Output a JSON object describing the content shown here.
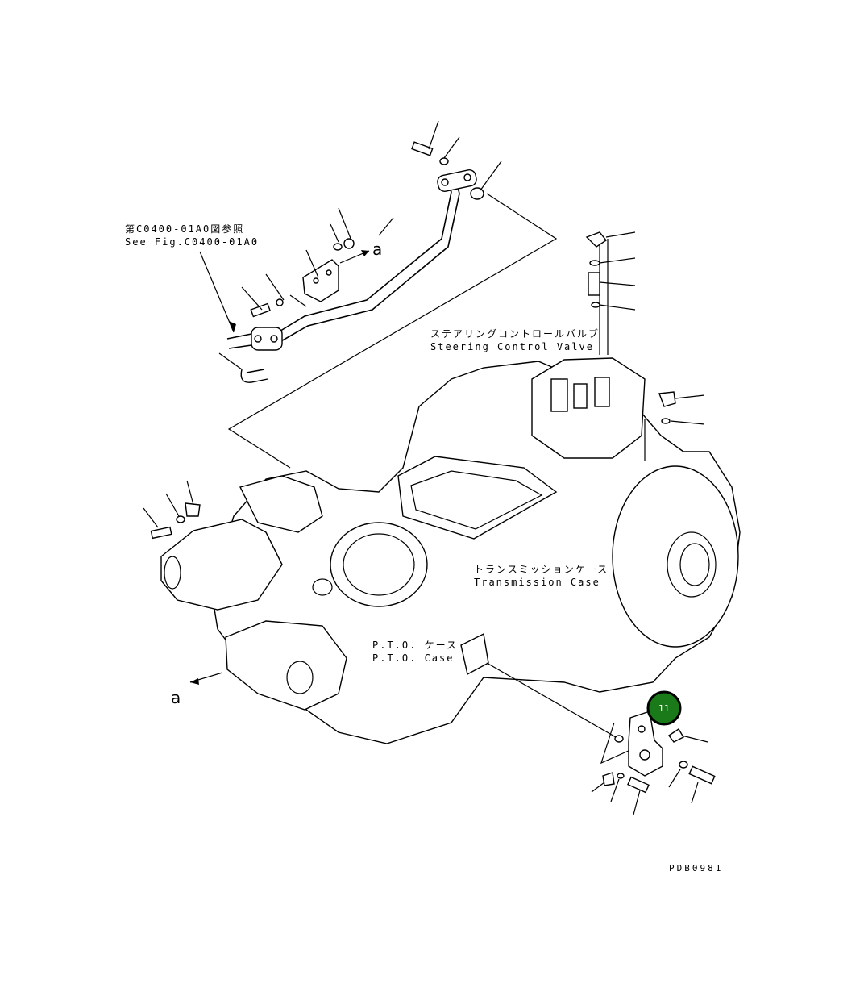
{
  "labels": {
    "ref_jp": "第C0400-01A0図参照",
    "ref_en": "See Fig.C0400-01A0",
    "scv_jp": "ステアリングコントロールバルブ",
    "scv_en": "Steering Control Valve",
    "tc_jp": "トランスミッションケース",
    "tc_en": "Transmission Case",
    "pto_jp": "P.T.O. ケース",
    "pto_en": "P.T.O. Case",
    "arrow_a_top": "a",
    "arrow_a_left": "a",
    "drawing_code": "PDB0981"
  },
  "callout": {
    "number": "11",
    "color": "#1a7a1a"
  }
}
